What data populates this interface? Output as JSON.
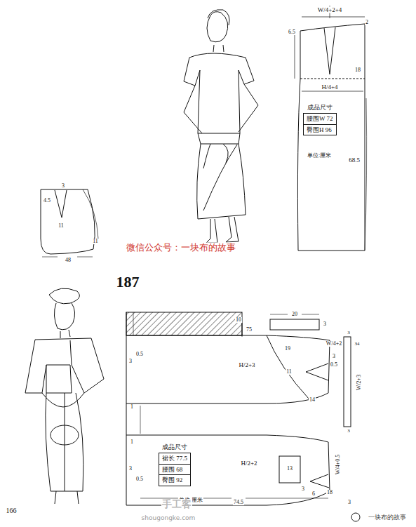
{
  "diagram": {
    "nodes": [
      {
        "text": [
          "成品尺寸",
          "腰围W 72",
          "臀围H 96"
        ]
      },
      {
        "text": [
          "成品尺寸",
          "裙长 77.5",
          "腰围 68",
          "臀围 92"
        ]
      }
    ],
    "labels": [
      "W/4+2+4",
      "2",
      "6.5",
      "18",
      "H/4+4",
      "68.5",
      "单位:厘米",
      "3",
      "4.5",
      "11",
      "11",
      "48",
      "微信公众号：一块布的故事",
      "187",
      "10",
      "75",
      "20",
      "3",
      "19",
      "W/4+2",
      "3",
      "0.5",
      "H/2+3",
      "11",
      "14",
      "1",
      "3",
      "0.5",
      "3",
      "34",
      "W/2+3",
      "3",
      "1",
      "3",
      "0.5",
      "单位:厘米",
      "H/2+2",
      "W/4+0.5",
      "13",
      "3",
      "6",
      "18",
      "74.5",
      "3",
      "166",
      "手工客",
      "shougongke.com",
      "一块布的故事"
    ]
  }
}
